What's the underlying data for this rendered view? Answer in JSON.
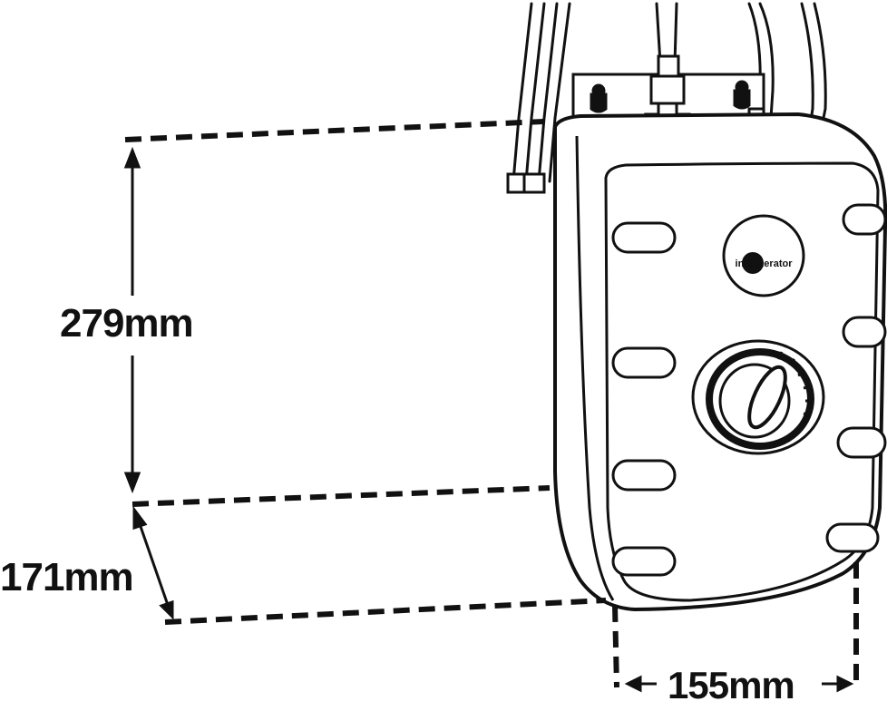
{
  "diagram": {
    "dimensions": {
      "height": "279mm",
      "depth": "171mm",
      "width": "155mm"
    },
    "logo_text": "insinkerator",
    "colors": {
      "line": "#111111",
      "tank_fill": "#ffffff",
      "logo_dot": "#111111"
    }
  }
}
